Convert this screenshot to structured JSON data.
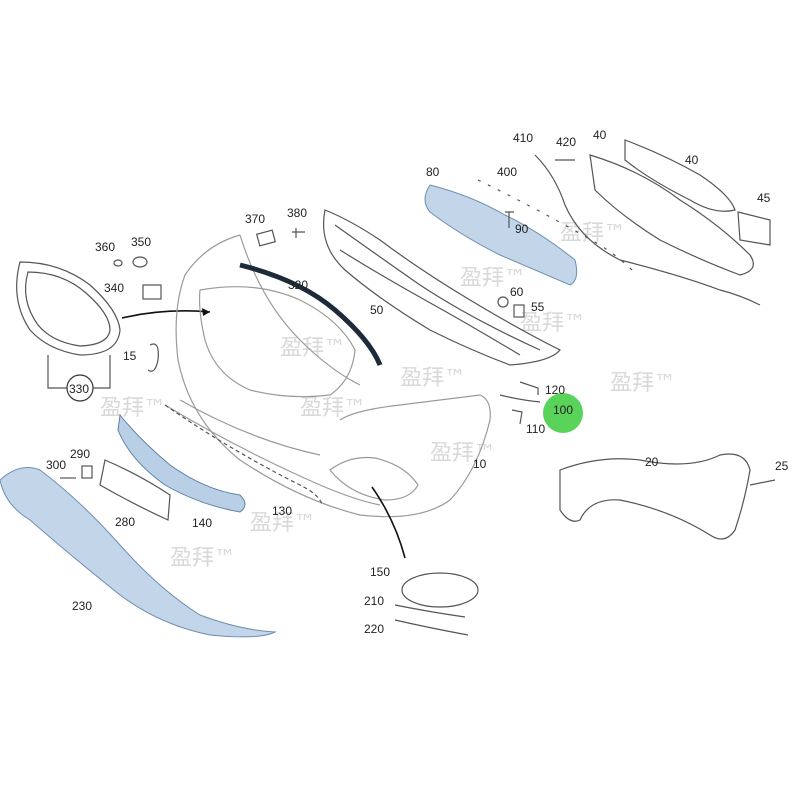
{
  "part_numbers": {
    "p10": "10",
    "p15": "15",
    "p20": "20",
    "p25": "25",
    "p40a": "40",
    "p40b": "40",
    "p45": "45",
    "p50": "50",
    "p55": "55",
    "p60": "60",
    "p80": "80",
    "p90": "90",
    "p100": "100",
    "p110": "110",
    "p120": "120",
    "p130": "130",
    "p140": "140",
    "p150": "150",
    "p210": "210",
    "p220": "220",
    "p230": "230",
    "p280": "280",
    "p290": "290",
    "p300": "300",
    "p320": "320",
    "p330": "330",
    "p340": "340",
    "p350": "350",
    "p360": "360",
    "p370": "370",
    "p380": "380",
    "p400": "400",
    "p410": "410",
    "p420": "420"
  },
  "watermark": "盈拜™",
  "colors": {
    "highlight": "#3ccb3c",
    "blue_parts": "#c3d5e8",
    "outline": "#9a9a9a"
  }
}
